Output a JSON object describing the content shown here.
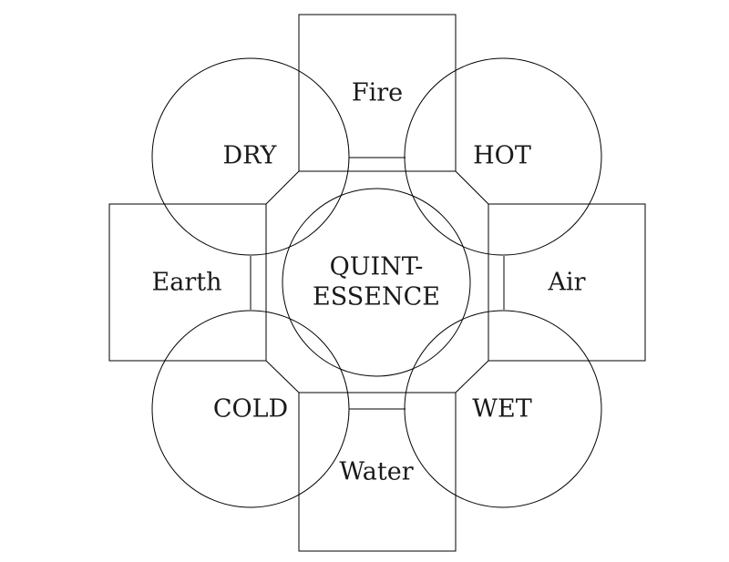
{
  "elements": {
    "fire": "Fire",
    "earth": "Earth",
    "air": "Air",
    "water": "Water"
  },
  "qualities": {
    "dry": "DRY",
    "hot": "HOT",
    "cold": "COLD",
    "wet": "WET"
  },
  "center": {
    "line1": "QUINT-",
    "line2": "ESSENCE"
  }
}
